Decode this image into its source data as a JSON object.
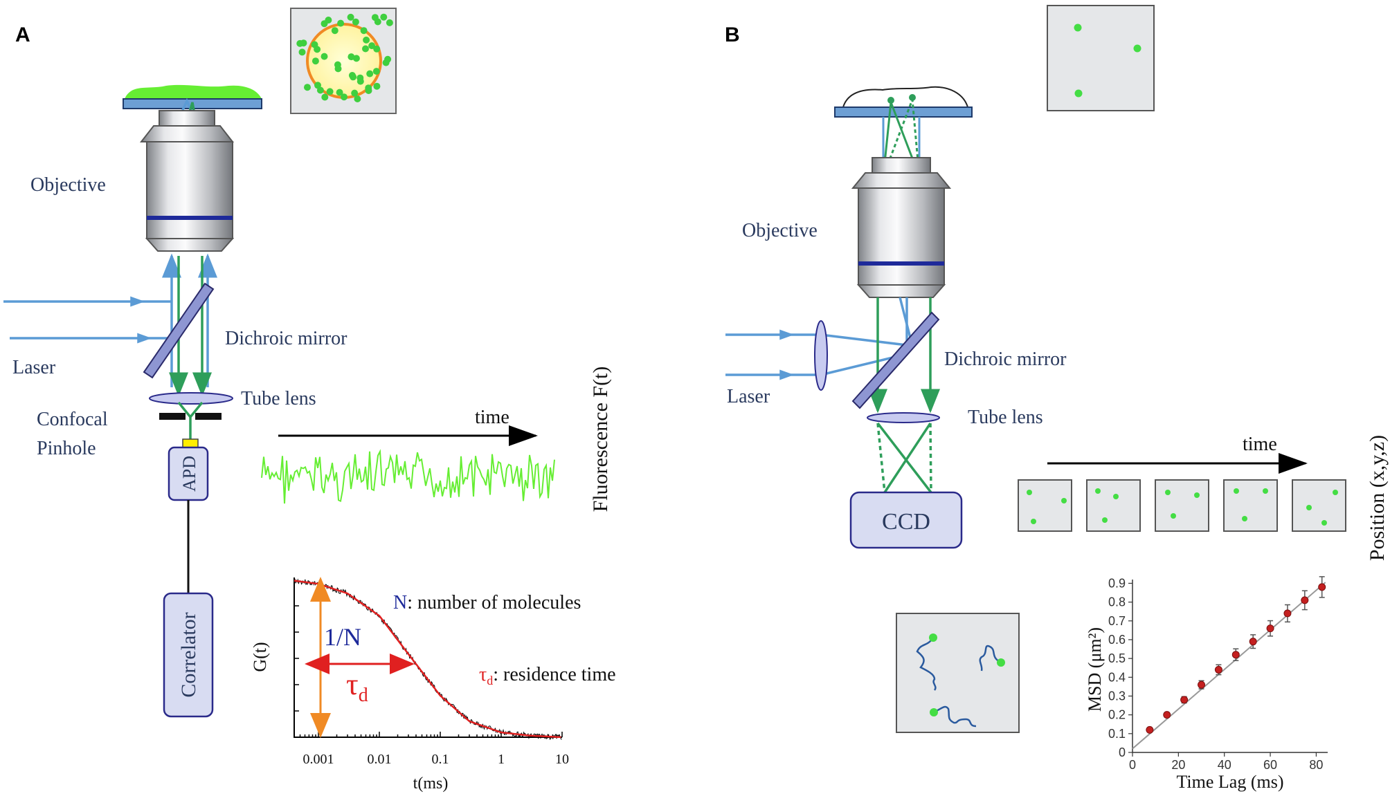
{
  "panel_a": {
    "letter": "A",
    "objective": "Objective",
    "dichroic": "Dichroic mirror",
    "laser": "Laser",
    "tube_lens": "Tube lens",
    "pinhole_line1": "Confocal",
    "pinhole_line2": "Pinhole",
    "apd": "APD",
    "correlator": "Correlator",
    "time": "time",
    "fluorescence": "Fluorescence F(t)",
    "fcs": {
      "inv_n": "1/N",
      "tau": "τ",
      "tau_sub": "d",
      "n_letter": "N",
      "n_desc": ": number of molecules",
      "tau_desc_sym": "τ",
      "tau_desc_sub": "d",
      "tau_desc": ": residence time"
    }
  },
  "panel_b": {
    "letter": "B",
    "objective": "Objective",
    "dichroic": "Dichroic mirror",
    "laser": "Laser",
    "tube_lens": "Tube lens",
    "ccd": "CCD",
    "time": "time",
    "position": "Position (x,y,z)"
  },
  "colors": {
    "laser_blue": "#5b9bd5",
    "emission_green": "#2e9e5a",
    "trace_green": "#66ee33",
    "fit_red": "#e02020",
    "marker_orange": "#f08a24",
    "dot_green": "#44dd44",
    "box_fill": "#d8dcf2",
    "box_stroke": "#2a2a8a"
  },
  "chart_data": [
    {
      "type": "line",
      "ylabel": "G(t)",
      "xlabel": "t(ms)",
      "xscale": "log",
      "xticks": [
        "0.001",
        "0.01",
        "0.1",
        "1",
        "10"
      ],
      "xlim": [
        0.0004,
        10
      ],
      "series": [
        {
          "x": [
            0.0004,
            0.001,
            0.003,
            0.01,
            0.03,
            0.1,
            0.3,
            1,
            3,
            10
          ],
          "y": [
            0.98,
            0.96,
            0.9,
            0.76,
            0.52,
            0.26,
            0.1,
            0.03,
            0.01,
            0.0
          ]
        }
      ]
    },
    {
      "type": "scatter",
      "xlabel": "Time Lag (ms)",
      "ylabel": "MSD (μm²)",
      "xlim": [
        0,
        85
      ],
      "ylim": [
        0,
        0.92
      ],
      "xticks": [
        "0",
        "20",
        "40",
        "60",
        "80"
      ],
      "yticks": [
        "0",
        "0.1",
        "0.2",
        "0.3",
        "0.4",
        "0.5",
        "0.6",
        "0.7",
        "0.8",
        "0.9"
      ],
      "series": [
        {
          "x": [
            7.5,
            15,
            22.5,
            30,
            37.5,
            45,
            52.5,
            60,
            67.5,
            75,
            82.5
          ],
          "y": [
            0.12,
            0.2,
            0.28,
            0.36,
            0.44,
            0.52,
            0.59,
            0.66,
            0.74,
            0.81,
            0.88
          ]
        }
      ]
    }
  ]
}
